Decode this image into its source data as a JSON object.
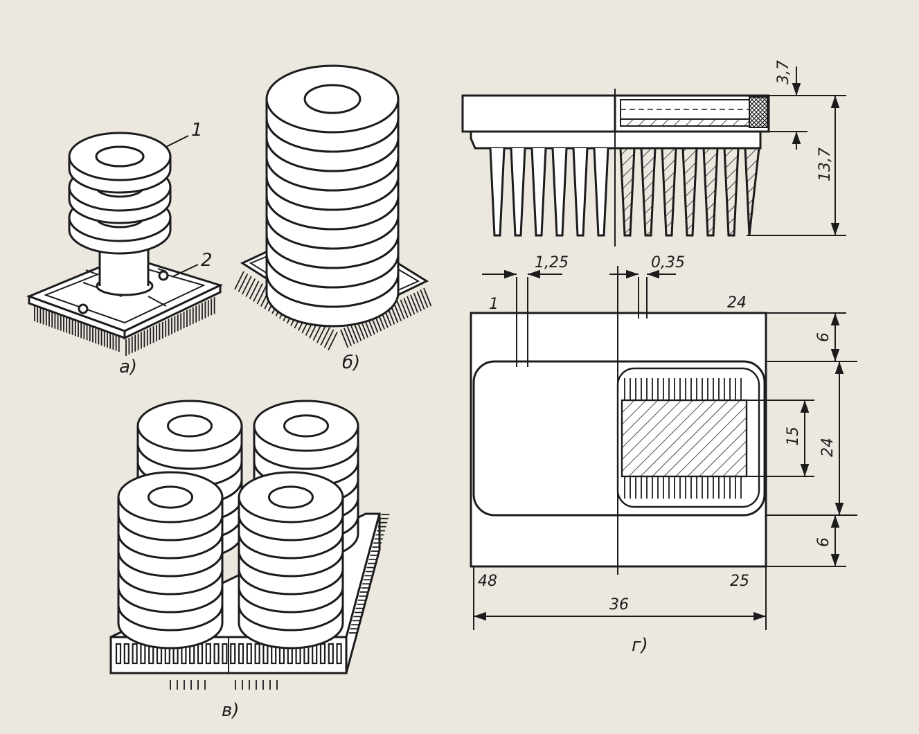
{
  "colors": {
    "paper": "#ece7df",
    "ink": "#1c1c1c",
    "fill": "#ffffff"
  },
  "figures": {
    "a": {
      "caption": "а)",
      "callouts": [
        "1",
        "2"
      ]
    },
    "b": {
      "caption": "б)"
    },
    "c": {
      "caption": "в)"
    },
    "d": {
      "caption": "г)",
      "dims": {
        "lid": "3,7",
        "height": "13,7",
        "pitch": "1,25",
        "lead": "0,35",
        "top_band": "6",
        "chip": "15",
        "body": "24",
        "bottom_band": "6",
        "width": "36"
      },
      "pins": {
        "first": "1",
        "top_last": "24",
        "bottom_first": "48",
        "bottom_last": "25"
      }
    }
  }
}
